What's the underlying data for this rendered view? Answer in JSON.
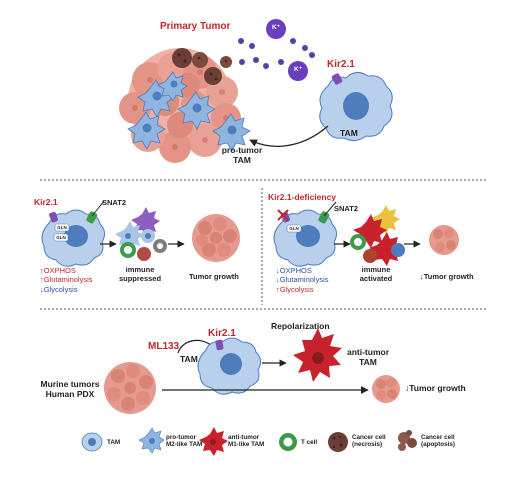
{
  "colors": {
    "tumor": "#e59a8f",
    "tumor_dark": "#c9685c",
    "tam": "#8fb4df",
    "tam_nucleus": "#4d7dbd",
    "m1": "#c8232c",
    "tcell": "#3e9a4a",
    "necrosis": "#6b3f36",
    "potassium": "#6a3fbf",
    "accent_red": "#c0272d",
    "accent_blue": "#2b4fa8"
  },
  "panel1": {
    "primary_tumor": "Primary Tumor",
    "potassium_ion": "K⁺",
    "kir21": "Kir2.1",
    "tam": "TAM",
    "pro_tumor_tam": [
      "pro-tumor",
      "TAM"
    ]
  },
  "panel2": {
    "left": {
      "kir21": "Kir2.1",
      "snat2": "SNAT2",
      "gln": "GLN",
      "mech": [
        "↑OXPHOS",
        "↑Glutaminolysis",
        "↓Glycolysis"
      ],
      "immune": [
        "immune",
        "suppressed"
      ],
      "growth": "Tumor growth"
    },
    "right": {
      "deficiency": "Kir2.1-deficiency",
      "snat2": "SNAT2",
      "gln": "GLN",
      "mech": [
        "↓OXPHOS",
        "↓Glutaminolysis",
        "↑Glycolysis"
      ],
      "immune": [
        "immune",
        "activated"
      ],
      "growth": "↓Tumor growth"
    }
  },
  "panel3": {
    "ml133": "ML133",
    "tam": "TAM",
    "kir21": "Kir2.1",
    "repolarization": "Repolarization",
    "anti_tumor_tam": [
      "anti-tumor",
      "TAM"
    ],
    "murine": [
      "Murine tumors",
      "Human PDX"
    ],
    "growth": "↓Tumor growth"
  },
  "legend": {
    "tam": "TAM",
    "m2": [
      "pro-tumor",
      "M2-like TAM"
    ],
    "m1": [
      "anti-tumor",
      "M1-like TAM"
    ],
    "tcell": "T cell",
    "necrosis": [
      "Cancer cell",
      "(necrosis)"
    ],
    "apoptosis": [
      "Cancer cell",
      "(apoptosis)"
    ]
  }
}
